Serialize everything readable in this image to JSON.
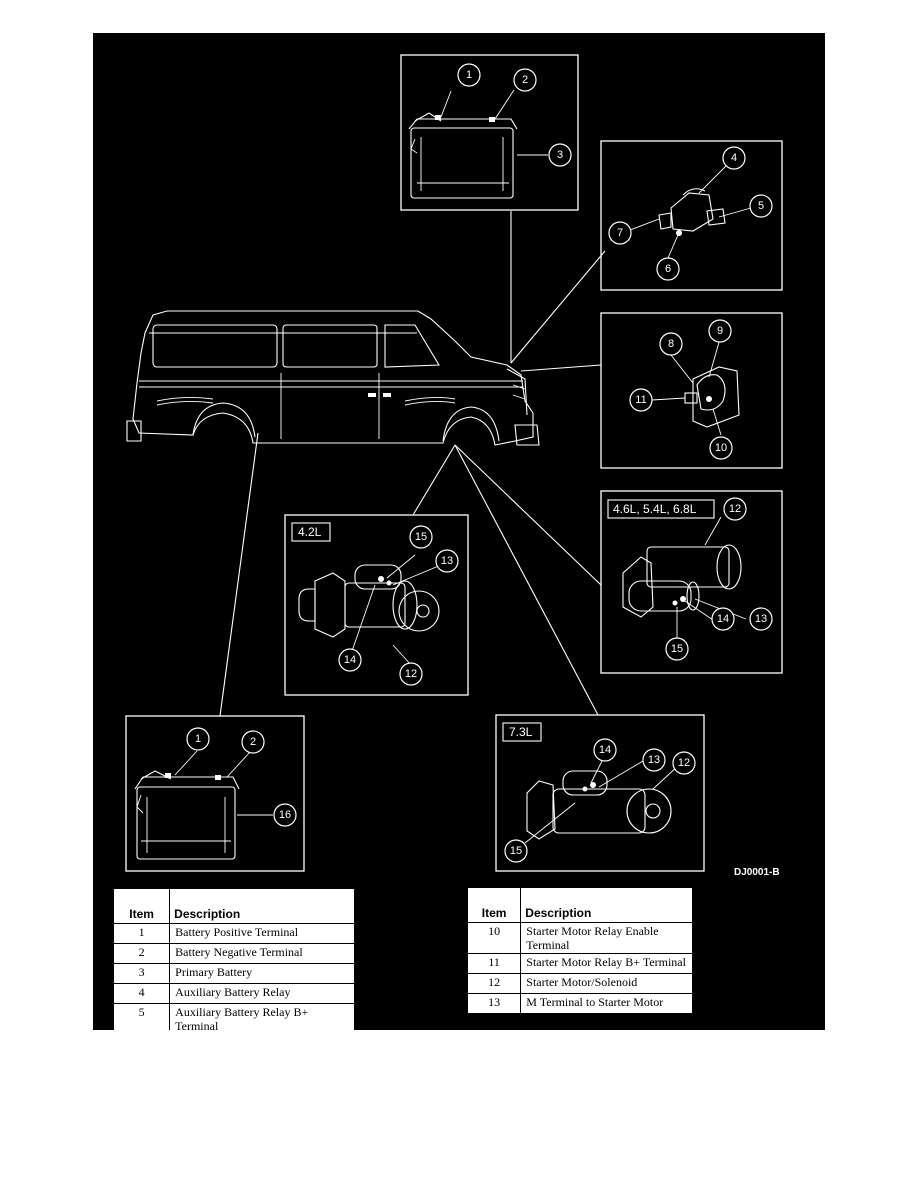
{
  "figure": {
    "id": "DJ0001-B",
    "engine_labels": {
      "v8": "4.2L",
      "modular": "4.6L, 5.4L, 6.8L",
      "diesel": "7.3L"
    },
    "callouts": {
      "c1": "1",
      "c2": "2",
      "c3": "3",
      "c4": "4",
      "c5": "5",
      "c6": "6",
      "c7": "7",
      "c8": "8",
      "c9": "9",
      "c10": "10",
      "c11": "11",
      "c12": "12",
      "c13": "13",
      "c14": "14",
      "c15": "15",
      "c16": "16"
    }
  },
  "legend_left": {
    "header_item": "Item",
    "header_desc": "Description",
    "rows": [
      {
        "item": "1",
        "desc": "Battery Positive Terminal"
      },
      {
        "item": "2",
        "desc": "Battery Negative Terminal"
      },
      {
        "item": "3",
        "desc": "Primary Battery"
      },
      {
        "item": "4",
        "desc": "Auxiliary Battery Relay"
      },
      {
        "item": "5",
        "desc": "Auxiliary Battery Relay B+ Terminal"
      }
    ]
  },
  "legend_right": {
    "header_item": "Item",
    "header_desc": "Description",
    "rows": [
      {
        "item": "10",
        "desc": "Starter Motor Relay Enable Terminal"
      },
      {
        "item": "11",
        "desc": "Starter Motor Relay B+ Terminal"
      },
      {
        "item": "12",
        "desc": "Starter Motor/Solenoid"
      },
      {
        "item": "13",
        "desc": "M Terminal to Starter Motor"
      }
    ]
  },
  "colors": {
    "background": "#000000",
    "linework": "#ffffff",
    "page": "#ffffff"
  }
}
